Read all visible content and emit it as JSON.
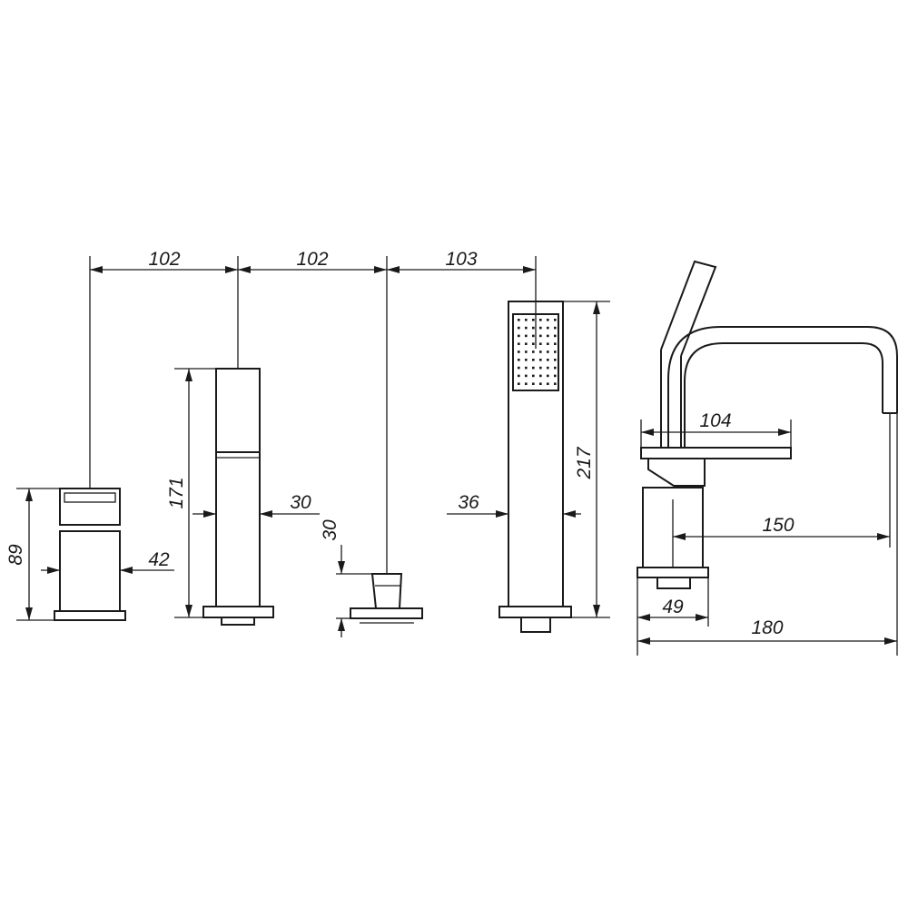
{
  "dimensions": {
    "spacing_1": "102",
    "spacing_2": "102",
    "spacing_3": "103",
    "mixer_height": "89",
    "mixer_width": "42",
    "diverter_height": "171",
    "diverter_width": "30",
    "valve_height": "30",
    "shower_width": "36",
    "shower_height": "217",
    "lever_length": "104",
    "spout_reach": "150",
    "base_width": "49",
    "spout_total": "180"
  },
  "colors": {
    "line": "#1a1a1a",
    "background": "#ffffff"
  }
}
